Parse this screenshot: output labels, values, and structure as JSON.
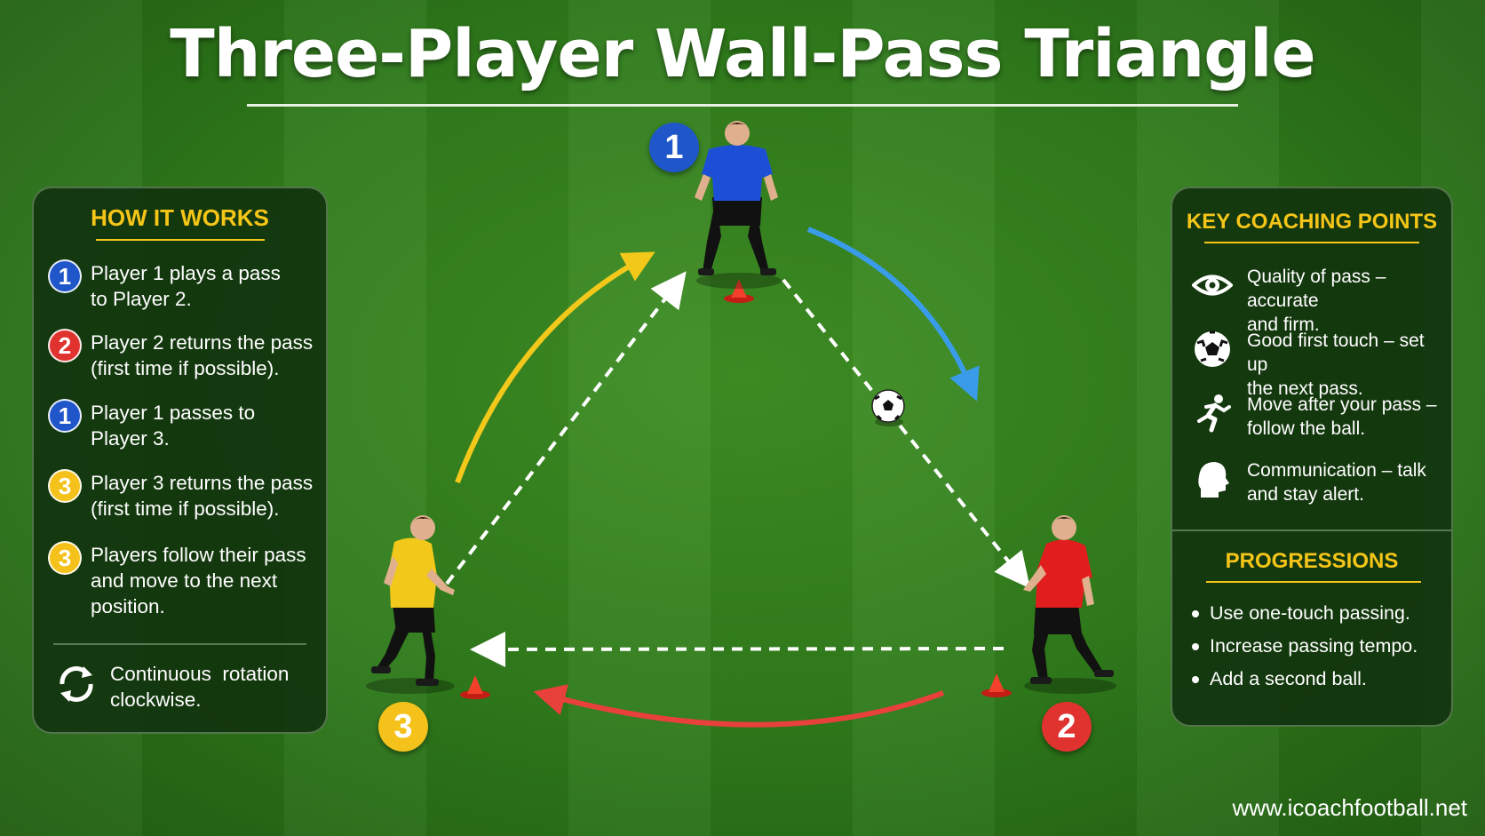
{
  "title": "Three-Player Wall-Pass Triangle",
  "how_it_works": {
    "heading": "HOW IT WORKS",
    "steps": [
      {
        "badge": "1",
        "color": "#1f56c9",
        "text1": "Player 1 plays a pass",
        "text2": "to Player 2."
      },
      {
        "badge": "2",
        "color": "#e0332f",
        "text1": "Player 2 returns the pass",
        "text2": "(first time if possible)."
      },
      {
        "badge": "1",
        "color": "#1f56c9",
        "text1": "Player 1 passes to",
        "text2": "Player 3."
      },
      {
        "badge": "3",
        "color": "#f4c21a",
        "text1": "Player 3 returns the pass",
        "text2": "(first time if possible)."
      },
      {
        "badge": "3",
        "color": "#f4c21a",
        "text1": "Players follow their pass",
        "text2": "and move to the next",
        "text3": "position."
      }
    ],
    "footer": {
      "icon": "rotate-icon",
      "line1": "Continuous  rotation",
      "line2": "clockwise."
    }
  },
  "coaching_points": {
    "heading": "KEY COACHING POINTS",
    "items": [
      {
        "icon": "eye-icon",
        "line1": "Quality of pass – accurate",
        "line2": "and firm."
      },
      {
        "icon": "football-icon",
        "line1": "Good first touch – set up",
        "line2": "the next pass."
      },
      {
        "icon": "running-person-icon",
        "line1": "Move after your pass –",
        "line2": "follow the ball."
      },
      {
        "icon": "head-silhouette-icon",
        "line1": "Communication – talk",
        "line2": "and stay alert."
      }
    ]
  },
  "progressions": {
    "heading": "PROGRESSIONS",
    "items": [
      "Use one-touch passing.",
      "Increase passing tempo.",
      "Add a second ball."
    ]
  },
  "players": [
    {
      "number": "1",
      "shirt": "#1c4fd6",
      "badge_color": "#1f56c9"
    },
    {
      "number": "2",
      "shirt": "#e11d1d",
      "badge_color": "#e0332f"
    },
    {
      "number": "3",
      "shirt": "#f2c81b",
      "badge_color": "#f4c21a"
    }
  ],
  "arrow_colors": {
    "blue": "#3a9ce8",
    "yellow": "#f2c81b",
    "red": "#e8403a",
    "pass": "#ffffff"
  },
  "website": "www.icoachfootball.net"
}
